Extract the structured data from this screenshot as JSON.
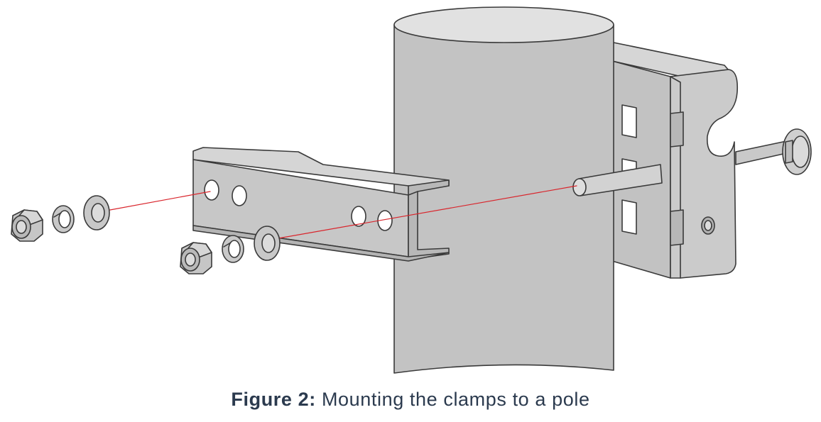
{
  "figure": {
    "label": "Figure 2:",
    "caption": " Mounting the clamps to a pole"
  },
  "colors": {
    "metal_fill": "#c8c8c8",
    "metal_light": "#d9d9d9",
    "metal_dark": "#a9a9a9",
    "outline": "#3a3a3a",
    "guide_line": "#d9252c",
    "caption_text": "#2b3a4e"
  },
  "parts": [
    "pole",
    "front-clamp-bracket",
    "rear-clamp-bracket",
    "carriage-bolt",
    "hex-nut",
    "split-lock-washer",
    "flat-washer"
  ]
}
